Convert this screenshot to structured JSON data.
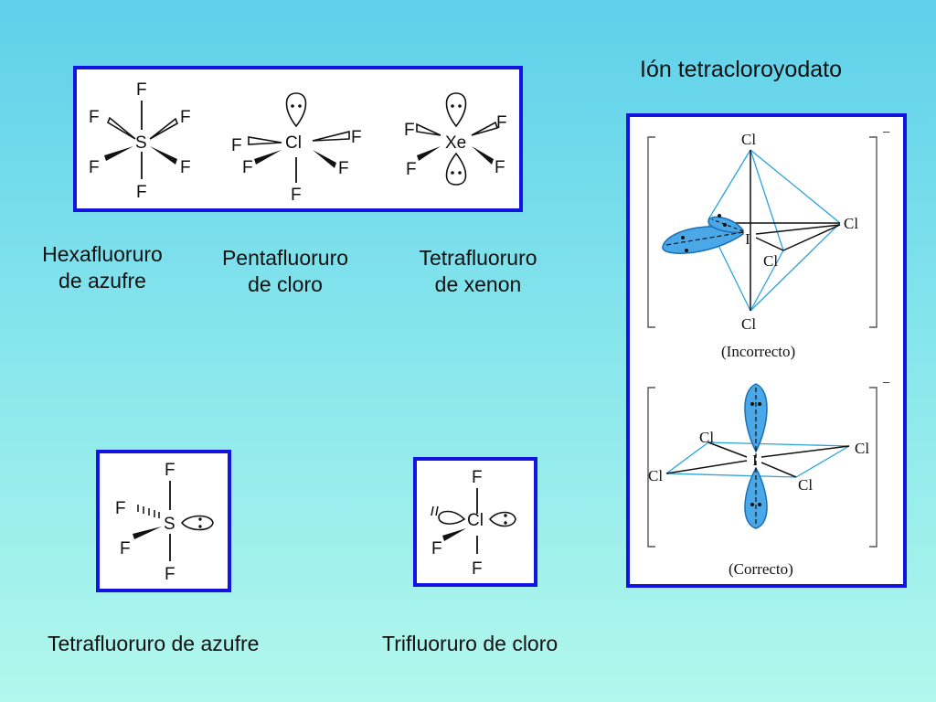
{
  "title": "Ión tetracloroyodato",
  "colors": {
    "panel_border": "#1414e0",
    "lobe_fill": "#4aa8e8",
    "bond_blue": "#2ba3d9"
  },
  "molecules": {
    "sf6": {
      "caption_line1": "Hexafluoruro",
      "caption_line2": "de azufre",
      "center": "S",
      "f": "F"
    },
    "clf5": {
      "caption_line1": "Pentafluoruro",
      "caption_line2": "de cloro",
      "center": "Cl",
      "f": "F"
    },
    "xef4": {
      "caption_line1": "Tetrafluoruro",
      "caption_line2": "de xenon",
      "center": "Xe",
      "f": "F"
    },
    "sf4": {
      "caption": "Tetrafluoruro de azufre",
      "center": "S",
      "f": "F"
    },
    "clf3": {
      "caption": "Trifluoruro de cloro",
      "center": "Cl",
      "f": "F"
    }
  },
  "icl4": {
    "incorrect_label": "(Incorrecto)",
    "correct_label": "(Correcto)",
    "center": "I",
    "cl": "Cl",
    "charge": "−"
  }
}
